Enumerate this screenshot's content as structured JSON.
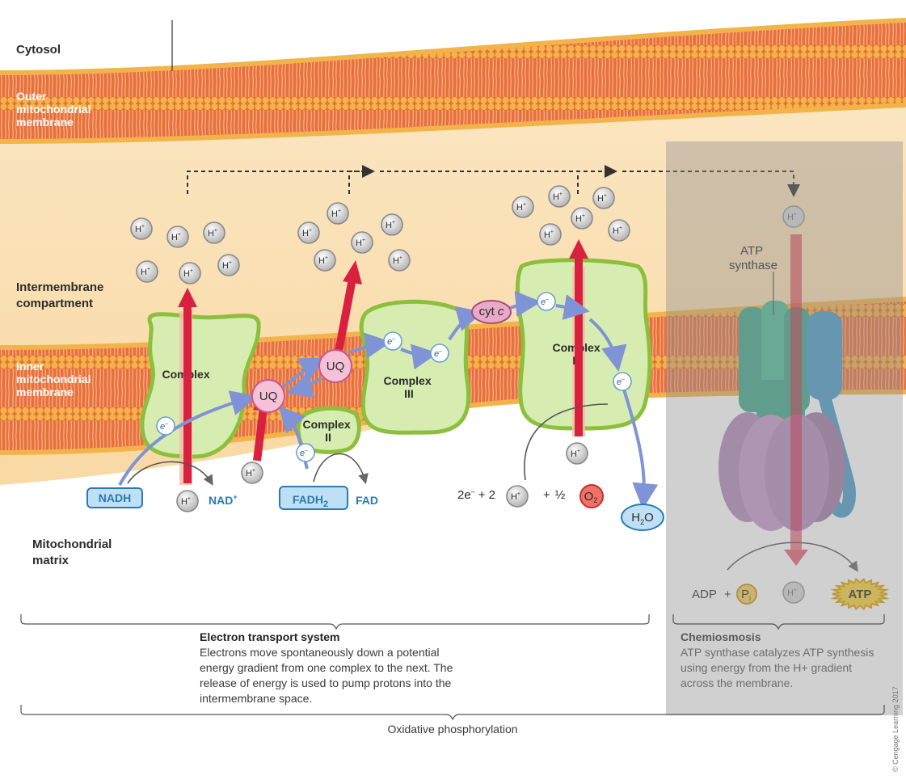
{
  "labels": {
    "cytosol": "Cytosol",
    "outer_membrane": [
      "Outer",
      "mitochondrial",
      "membrane"
    ],
    "intermembrane": [
      "Intermembrane",
      "compartment"
    ],
    "inner_membrane": [
      "Inner",
      "mitochondrial",
      "membrane"
    ],
    "matrix": [
      "Mitochondrial",
      "matrix"
    ]
  },
  "complexes": {
    "c1": [
      "Complex",
      "I"
    ],
    "c2": [
      "Complex",
      "II"
    ],
    "c3": [
      "Complex",
      "III"
    ],
    "c4": [
      "Complex",
      "IV"
    ]
  },
  "carriers": {
    "uq": "UQ",
    "cytc_prefix": "cyt ",
    "cytc_italic": "c",
    "electron": "e",
    "electron_sup": "–",
    "proton": "H",
    "proton_sup": "+"
  },
  "substrates": {
    "nadh": "NADH",
    "nad": "NAD",
    "nad_sup": "+",
    "fadh2": "FADH",
    "fadh2_sub": "2",
    "fad": "FAD",
    "eq_2e": "2e",
    "eq_2e_sup": "–",
    "eq_plus1": "+ 2",
    "eq_plus2": "+",
    "eq_half": "½",
    "o2": "O",
    "o2_sub": "2",
    "h2o_h": "H",
    "h2o_sub": "2",
    "h2o_o": "O"
  },
  "atp": {
    "synthase": [
      "ATP",
      "synthase"
    ],
    "adp": "ADP",
    "plus": "+",
    "pi": "P",
    "pi_sub": "i",
    "atp": "ATP"
  },
  "captions": {
    "ets_title": "Electron transport system",
    "ets_body": [
      "Electrons move spontaneously down a potential",
      "energy gradient from one complex to the next. The",
      "release of energy is used to pump protons into the",
      "intermembrane space."
    ],
    "chem_title": "Chemiosmosis",
    "chem_body": [
      "ATP synthase catalyzes ATP synthesis",
      "using energy from the H+ gradient",
      "across the membrane."
    ],
    "oxphos": "Oxidative phosphorylation",
    "credit": "© Cengage Learning 2017"
  },
  "colors": {
    "membrane": "#e8703a",
    "membrane_head": "#f2b44a",
    "intermembrane": "#fbe3b8",
    "complex_fill": "#d6ecb0",
    "complex_edge": "#8cbf3c",
    "pump_arrow": "#d9213f",
    "electron_path": "#7f93d6",
    "uq_fill": "#f4c1d8",
    "overlay": "#9a9a9a"
  }
}
